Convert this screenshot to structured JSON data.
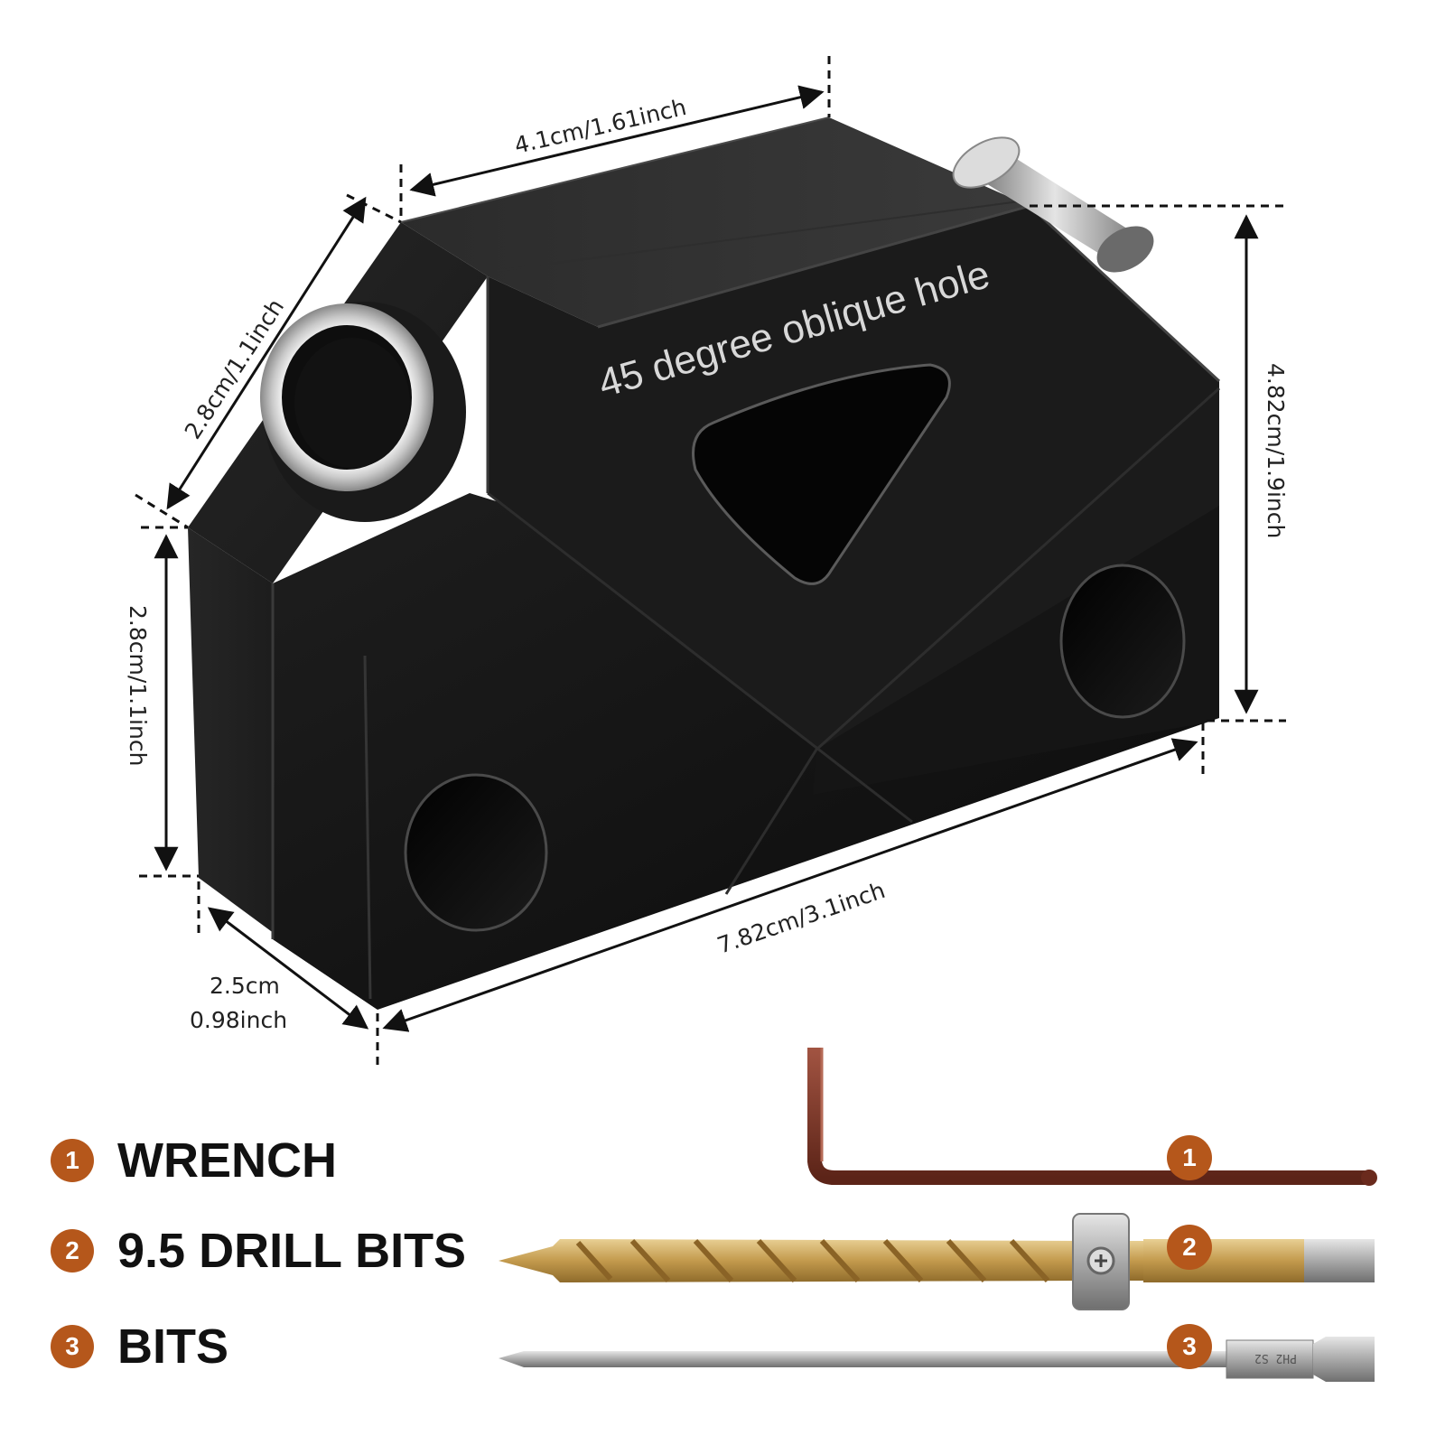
{
  "product": {
    "engraving": "45 degree oblique hole"
  },
  "dimensions": {
    "top_length": "4.1cm/1.61inch",
    "top_depth": "2.8cm/1.1inch",
    "left_height": "2.8cm/1.1inch",
    "total_height": "4.82cm/1.9inch",
    "bottom_length": "7.82cm/3.1inch",
    "thickness_cm": "2.5cm",
    "thickness_inch": "0.98inch"
  },
  "accessories": [
    {
      "number": "1",
      "label": "WRENCH",
      "icon": "hex-wrench-icon"
    },
    {
      "number": "2",
      "label": "9.5 DRILL BITS",
      "icon": "step-drill-bit-icon"
    },
    {
      "number": "3",
      "label": "BITS",
      "icon": "screwdriver-bit-icon"
    }
  ],
  "colors": {
    "badge": "#b5571b",
    "jig_body": "#161616",
    "wrench": "#7a3526",
    "drill_gold": "#c9a25a",
    "steel": "#b5b5b5"
  }
}
